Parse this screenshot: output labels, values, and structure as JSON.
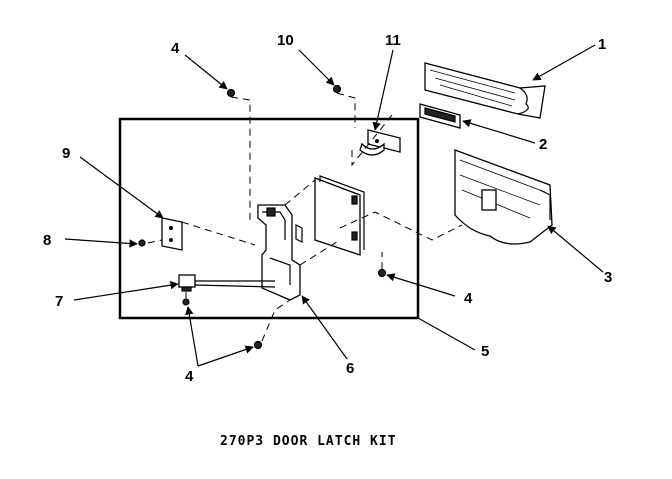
{
  "caption": "270P3 DOOR LATCH KIT",
  "callouts": {
    "c1": "1",
    "c2": "2",
    "c3": "3",
    "c4a": "4",
    "c4b": "4",
    "c4c": "4",
    "c5": "5",
    "c6": "6",
    "c7": "7",
    "c8": "8",
    "c9": "9",
    "c10": "10",
    "c11": "11"
  }
}
